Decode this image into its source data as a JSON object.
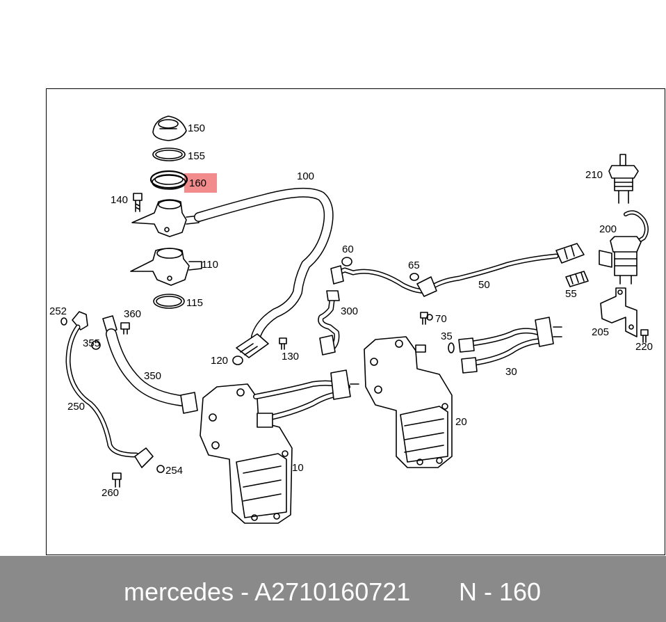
{
  "highlight_color": "#f28b8b",
  "highlighted_part": "160",
  "footer": {
    "left_text": "mercedes - A2710160721",
    "right_text": "N - 160"
  },
  "parts": {
    "p10": "10",
    "p20": "20",
    "p30": "30",
    "p35": "35",
    "p50": "50",
    "p55": "55",
    "p60": "60",
    "p65": "65",
    "p70": "70",
    "p100": "100",
    "p110": "110",
    "p115": "115",
    "p120": "120",
    "p130": "130",
    "p140": "140",
    "p150": "150",
    "p155": "155",
    "p160": "160",
    "p200": "200",
    "p205": "205",
    "p210": "210",
    "p220": "220",
    "p250": "250",
    "p252": "252",
    "p254": "254",
    "p260": "260",
    "p300": "300",
    "p350": "350",
    "p355": "355",
    "p360": "360"
  }
}
